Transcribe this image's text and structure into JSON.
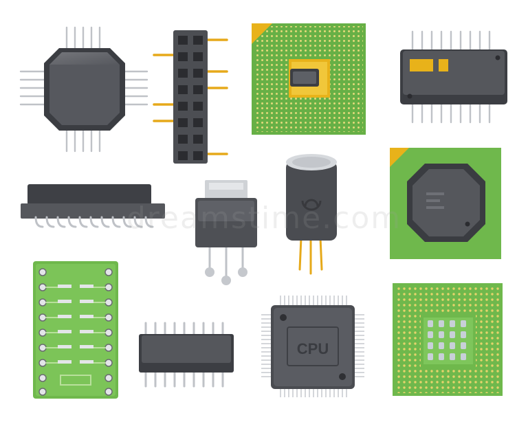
{
  "watermark_text": "dreamstime.com",
  "labels": {
    "cpu": "CPU"
  },
  "colors": {
    "background": "#ffffff",
    "chip_body": "#55575c",
    "chip_dark": "#2f3034",
    "board_green": "#6fb84c",
    "board_green_light": "#8cd06a",
    "gold": "#e8b21a",
    "pin": "#c9ccd1"
  },
  "components": [
    {
      "name": "qfp-square-chip"
    },
    {
      "name": "pin-header-connector"
    },
    {
      "name": "cpu-die-on-green-board"
    },
    {
      "name": "soic-chip-gold-label"
    },
    {
      "name": "sip-inductor-chip"
    },
    {
      "name": "to220-voltage-regulator"
    },
    {
      "name": "electrolytic-capacitor"
    },
    {
      "name": "green-board-octagon-processor"
    },
    {
      "name": "dip-adapter-pcb"
    },
    {
      "name": "dip-chip"
    },
    {
      "name": "cpu-qfp-chip"
    },
    {
      "name": "bga-package"
    }
  ]
}
